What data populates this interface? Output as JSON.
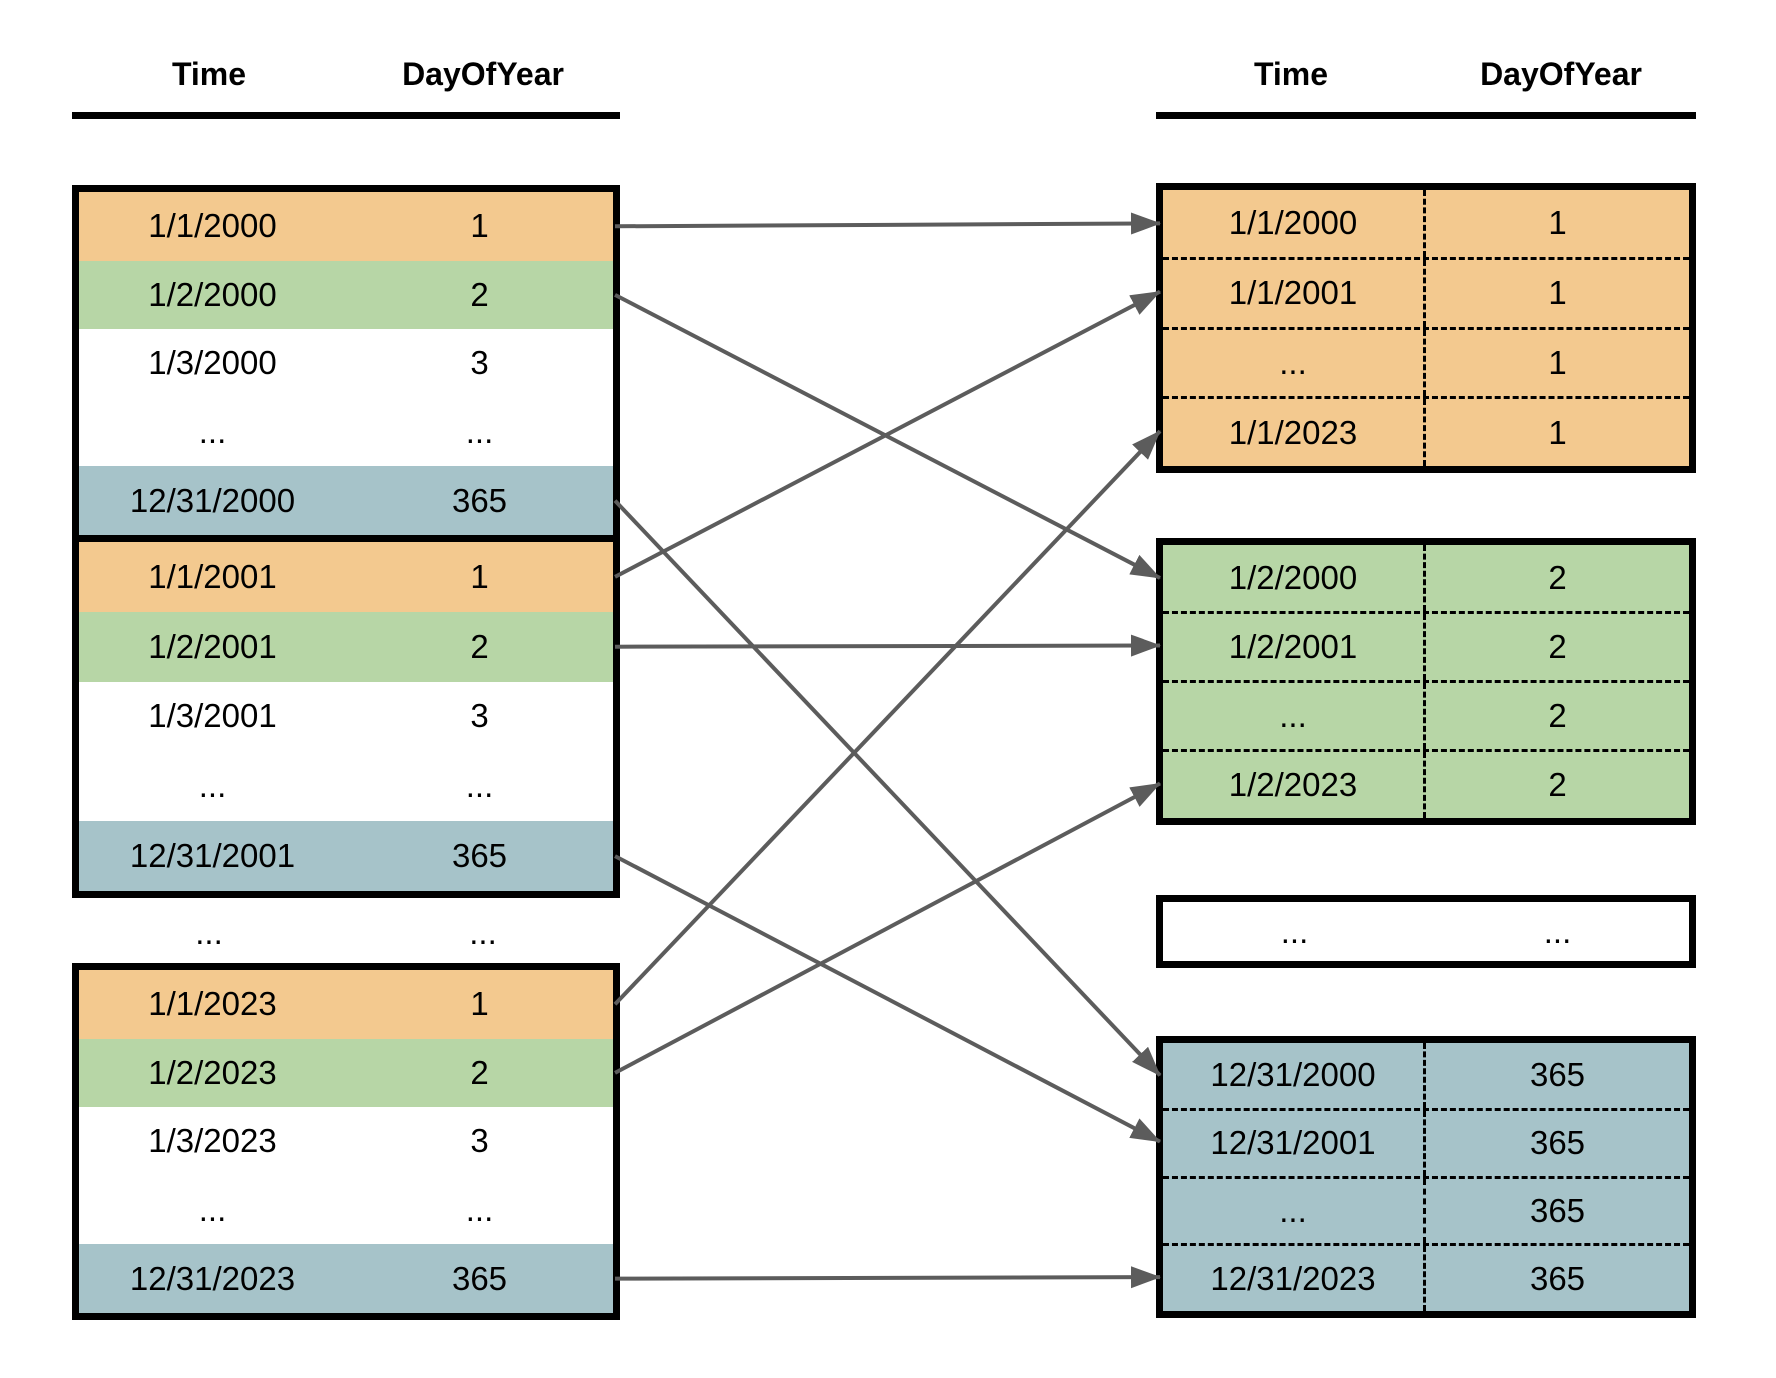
{
  "left_header": {
    "time": "Time",
    "day": "DayOfYear"
  },
  "right_header": {
    "time": "Time",
    "day": "DayOfYear"
  },
  "colors": {
    "orange": "#F3C98F",
    "green": "#B7D6A6",
    "blue": "#A6C3C9",
    "white": "#FFFFFF",
    "arrow": "#5C5C5C",
    "border": "#000000"
  },
  "left_tables": [
    {
      "rows": [
        {
          "time": "1/1/2000",
          "day": "1",
          "bg": "#F3C98F"
        },
        {
          "time": "1/2/2000",
          "day": "2",
          "bg": "#B7D6A6"
        },
        {
          "time": "1/3/2000",
          "day": "3",
          "bg": "#FFFFFF"
        },
        {
          "time": "...",
          "day": "...",
          "bg": "#FFFFFF"
        },
        {
          "time": "12/31/2000",
          "day": "365",
          "bg": "#A6C3C9"
        }
      ]
    },
    {
      "rows": [
        {
          "time": "1/1/2001",
          "day": "1",
          "bg": "#F3C98F"
        },
        {
          "time": "1/2/2001",
          "day": "2",
          "bg": "#B7D6A6"
        },
        {
          "time": "1/3/2001",
          "day": "3",
          "bg": "#FFFFFF"
        },
        {
          "time": "...",
          "day": "...",
          "bg": "#FFFFFF"
        },
        {
          "time": "12/31/2001",
          "day": "365",
          "bg": "#A6C3C9"
        }
      ]
    },
    {
      "rows": [
        {
          "time": "1/1/2023",
          "day": "1",
          "bg": "#F3C98F"
        },
        {
          "time": "1/2/2023",
          "day": "2",
          "bg": "#B7D6A6"
        },
        {
          "time": "1/3/2023",
          "day": "3",
          "bg": "#FFFFFF"
        },
        {
          "time": "...",
          "day": "...",
          "bg": "#FFFFFF"
        },
        {
          "time": "12/31/2023",
          "day": "365",
          "bg": "#A6C3C9"
        }
      ]
    }
  ],
  "left_gap_row": {
    "time": "...",
    "day": "..."
  },
  "right_tables": [
    {
      "bg": "#F3C98F",
      "rows": [
        {
          "time": "1/1/2000",
          "day": "1"
        },
        {
          "time": "1/1/2001",
          "day": "1"
        },
        {
          "time": "...",
          "day": "1"
        },
        {
          "time": "1/1/2023",
          "day": "1"
        }
      ]
    },
    {
      "bg": "#B7D6A6",
      "rows": [
        {
          "time": "1/2/2000",
          "day": "2"
        },
        {
          "time": "1/2/2001",
          "day": "2"
        },
        {
          "time": "...",
          "day": "2"
        },
        {
          "time": "1/2/2023",
          "day": "2"
        }
      ]
    },
    {
      "bg": "#FFFFFF",
      "rows": [
        {
          "time": "...",
          "day": "..."
        }
      ]
    },
    {
      "bg": "#A6C3C9",
      "rows": [
        {
          "time": "12/31/2000",
          "day": "365"
        },
        {
          "time": "12/31/2001",
          "day": "365"
        },
        {
          "time": "...",
          "day": "365"
        },
        {
          "time": "12/31/2023",
          "day": "365"
        }
      ]
    }
  ],
  "arrows": [
    {
      "from": "left-row-0-0",
      "to": "right-row-0-0"
    },
    {
      "from": "left-row-0-1",
      "to": "right-row-1-0"
    },
    {
      "from": "left-row-0-4",
      "to": "right-row-3-0"
    },
    {
      "from": "left-row-1-0",
      "to": "right-row-0-1"
    },
    {
      "from": "left-row-1-1",
      "to": "right-row-1-1"
    },
    {
      "from": "left-row-1-4",
      "to": "right-row-3-1"
    },
    {
      "from": "left-row-2-0",
      "to": "right-row-0-3"
    },
    {
      "from": "left-row-2-1",
      "to": "right-row-1-3"
    },
    {
      "from": "left-row-2-4",
      "to": "right-row-3-3"
    }
  ]
}
